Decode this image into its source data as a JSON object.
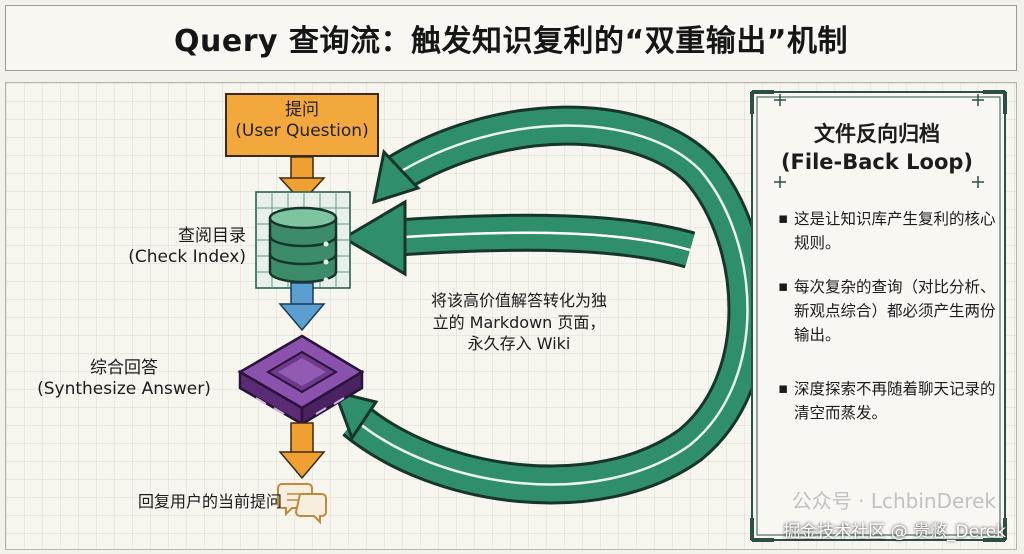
{
  "header": {
    "title": "Query 查询流：触发知识复利的“双重输出”机制"
  },
  "steps": {
    "ask": {
      "line1": "提问",
      "line2": "(User Question)"
    },
    "check": {
      "line1": "查阅目录",
      "line2": "(Check Index)"
    },
    "synthesize": {
      "line1": "综合回答",
      "line2": "(Synthesize Answer)"
    },
    "reply": {
      "label": "回复用户的当前提问"
    }
  },
  "loop_note": {
    "line1": "将该高价值解答转化为独",
    "line2": "立的 Markdown 页面，",
    "line3": "永久存入 Wiki"
  },
  "side_panel": {
    "title_line1": "文件反向归档",
    "title_line2": "(File-Back Loop)",
    "points": [
      "这是让知识库产生复利的核心规则。",
      "每次复杂的查询（对比分析、新观点综合）都必须产生两份输出。",
      "深度探索不再随着聊天记录的清空而蒸发。"
    ]
  },
  "watermark": "公众号 · LchbinDerek",
  "credit": "掘金技术社区 @ 贵憋_Derek",
  "colors": {
    "ask_box": "#f3a83d",
    "arrow_orange": "#f0a030",
    "arrow_blue": "#5a9fd0",
    "loop_green": "#2f8f6a",
    "loop_dark": "#17352a",
    "database": "#3d8c69",
    "processor": "#6f3a8e",
    "panel_border": "#2d5045"
  },
  "icons": [
    "database-icon",
    "processor-chip-icon",
    "chat-bubble-icon",
    "grid-frame-icon"
  ]
}
